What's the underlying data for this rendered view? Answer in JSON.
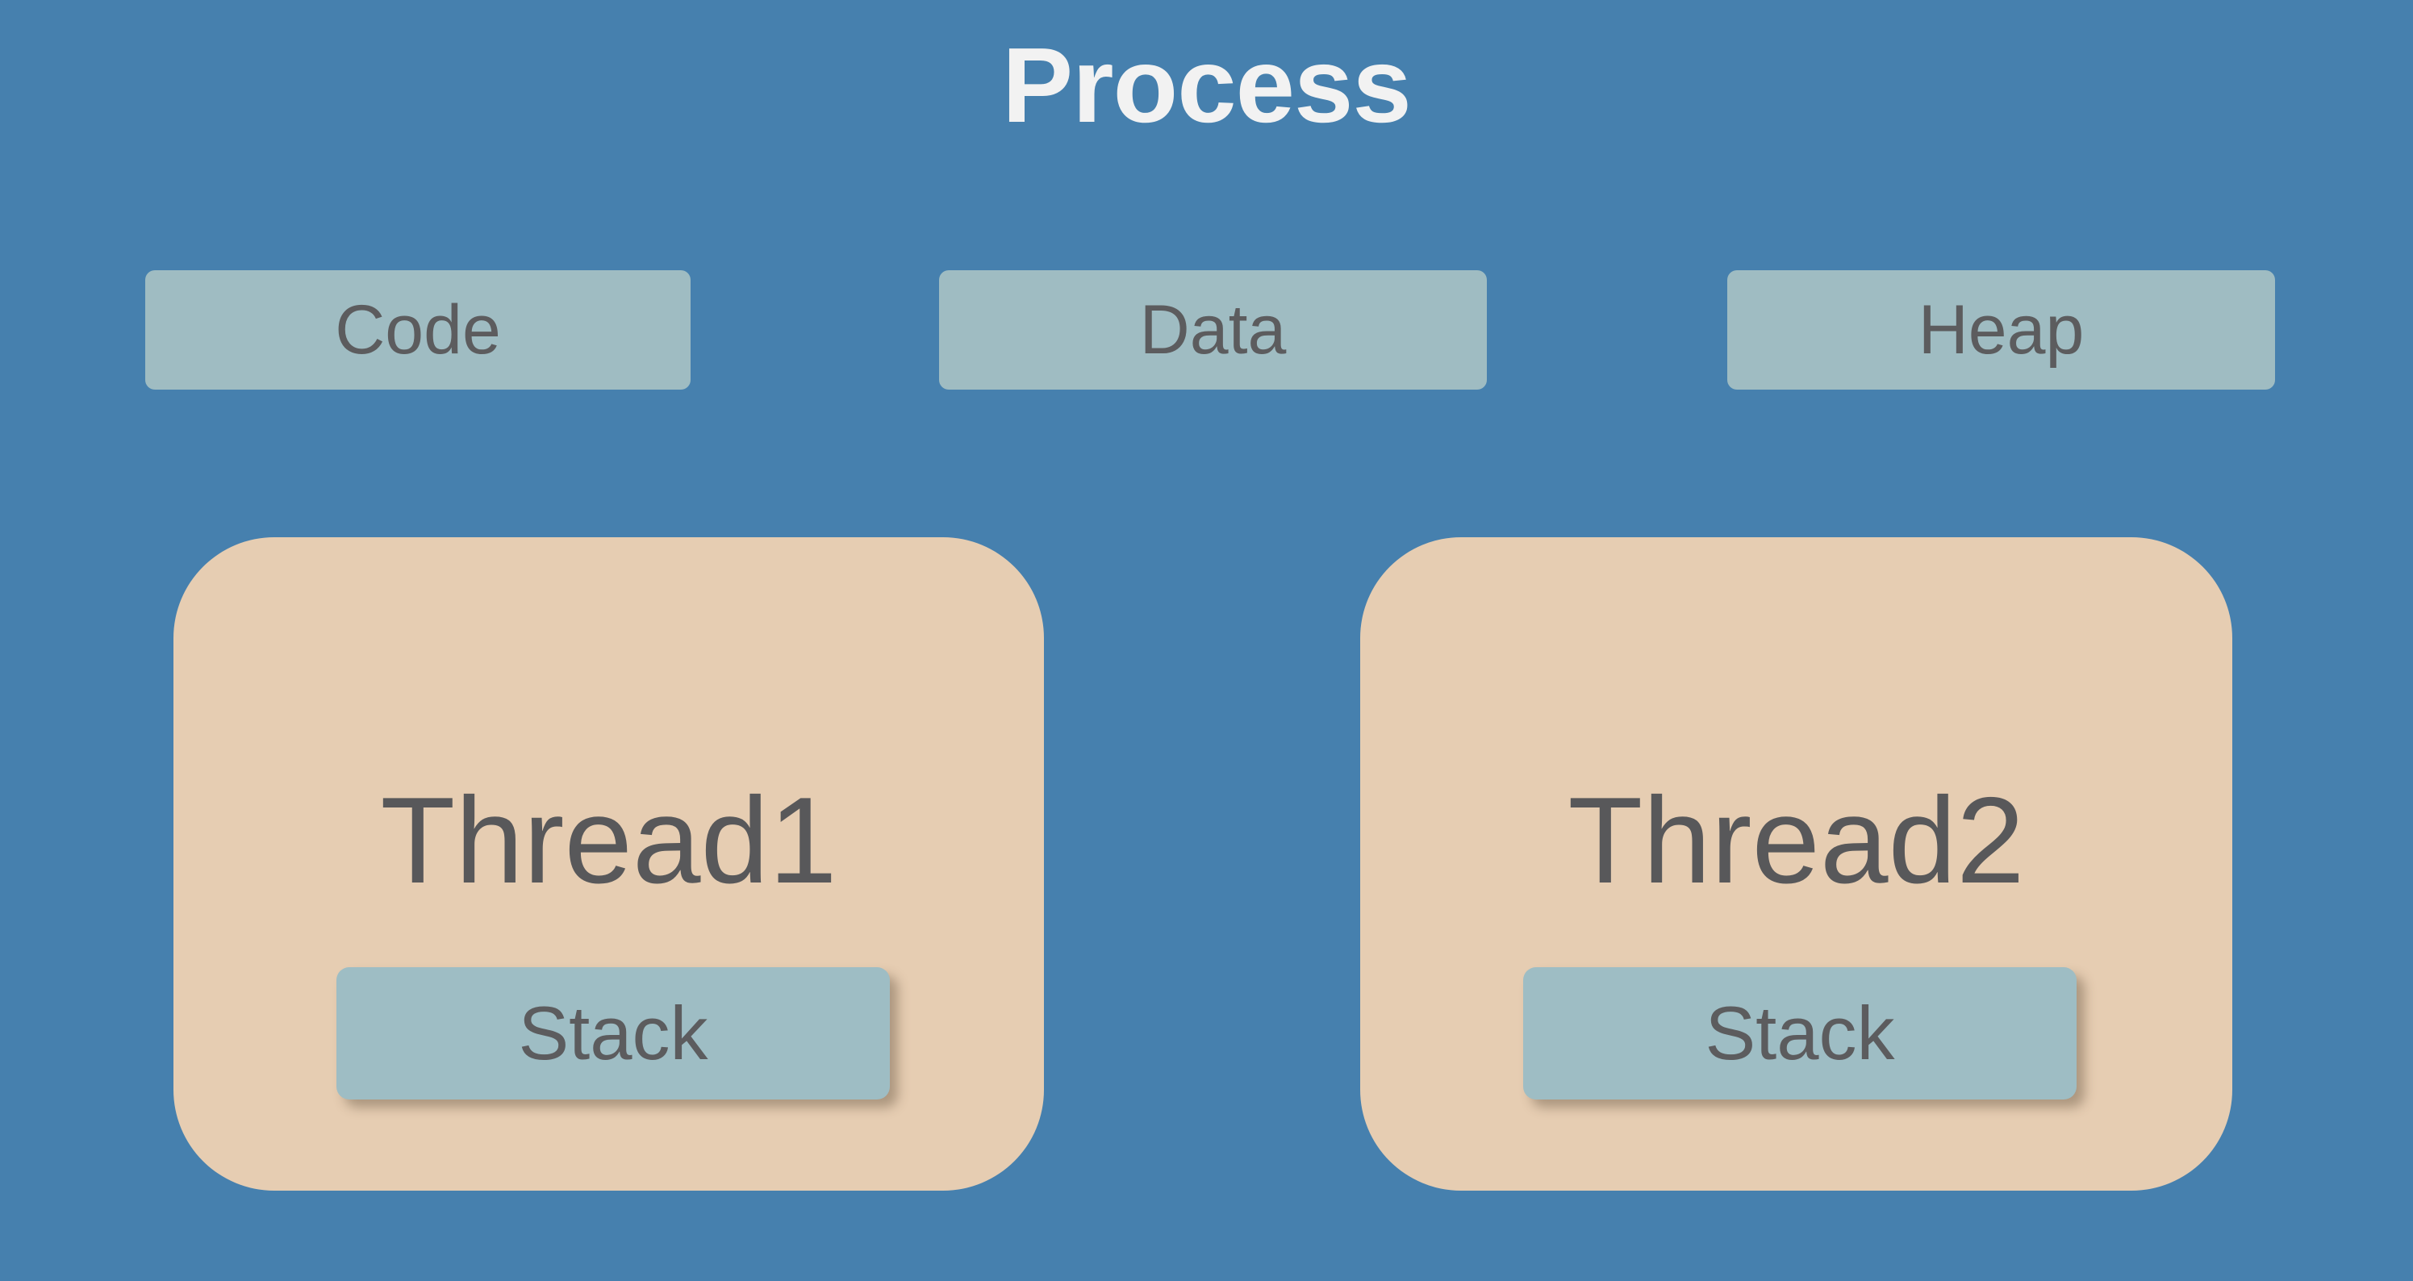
{
  "diagram": {
    "title": "Process",
    "background_color": "#4680AE",
    "title_color": "#F2F2F2",
    "segment_color": "#9FBCC2",
    "thread_color": "#E6CDB2",
    "stack_color": "#9EBDC4",
    "label_color": "#5C5C5E"
  },
  "segments": [
    {
      "label": "Code"
    },
    {
      "label": "Data"
    },
    {
      "label": "Heap"
    }
  ],
  "threads": [
    {
      "label": "Thread1",
      "stack": {
        "label": "Stack"
      }
    },
    {
      "label": "Thread2",
      "stack": {
        "label": "Stack"
      }
    }
  ]
}
